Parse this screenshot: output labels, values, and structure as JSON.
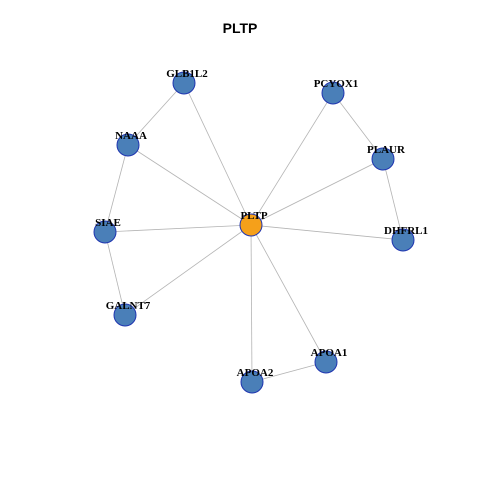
{
  "title": "PLTP",
  "colors": {
    "center_node": "#f5a01a",
    "node": "#4a7fb8",
    "node_border": "#1f35b0",
    "edge": "#b4b4b4"
  },
  "nodes": [
    {
      "id": "PLTP",
      "label": "PLTP",
      "center": true
    },
    {
      "id": "GLB1L2",
      "label": "GLB1L2"
    },
    {
      "id": "PCYOX1",
      "label": "PCYOX1"
    },
    {
      "id": "NAAA",
      "label": "NAAA"
    },
    {
      "id": "PLAUR",
      "label": "PLAUR"
    },
    {
      "id": "SIAE",
      "label": "SIAE"
    },
    {
      "id": "DHFRL1",
      "label": "DHFRL1"
    },
    {
      "id": "GALNT7",
      "label": "GALNT7"
    },
    {
      "id": "APOA1",
      "label": "APOA1"
    },
    {
      "id": "APOA2",
      "label": "APOA2"
    }
  ],
  "edges": [
    [
      "PLTP",
      "GLB1L2"
    ],
    [
      "PLTP",
      "PCYOX1"
    ],
    [
      "PLTP",
      "NAAA"
    ],
    [
      "PLTP",
      "PLAUR"
    ],
    [
      "PLTP",
      "SIAE"
    ],
    [
      "PLTP",
      "DHFRL1"
    ],
    [
      "PLTP",
      "GALNT7"
    ],
    [
      "PLTP",
      "APOA1"
    ],
    [
      "PLTP",
      "APOA2"
    ],
    [
      "GLB1L2",
      "NAAA"
    ],
    [
      "NAAA",
      "SIAE"
    ],
    [
      "SIAE",
      "GALNT7"
    ],
    [
      "PCYOX1",
      "PLAUR"
    ],
    [
      "PLAUR",
      "DHFRL1"
    ],
    [
      "APOA1",
      "APOA2"
    ]
  ]
}
